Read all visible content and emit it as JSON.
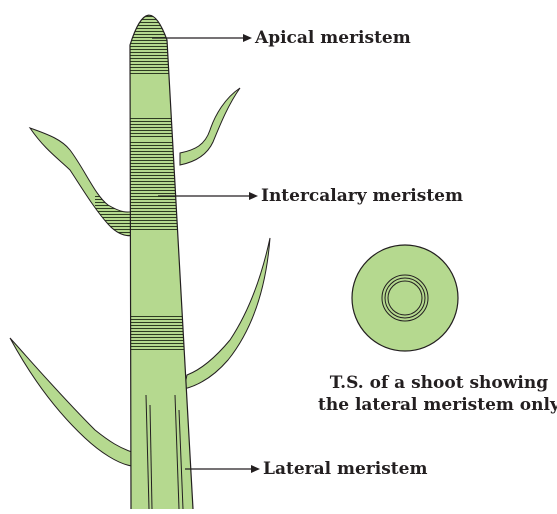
{
  "diagram": {
    "labels": {
      "apical": "Apical meristem",
      "intercalary": "Intercalary meristem",
      "lateral": "Lateral meristem",
      "ts_line1": "T.S. of a shoot showing",
      "ts_line2": "the lateral meristem only"
    },
    "colors": {
      "tissue": "#b5d98f",
      "outline": "#231f20",
      "meristem_lines": "#1f2a15"
    }
  }
}
